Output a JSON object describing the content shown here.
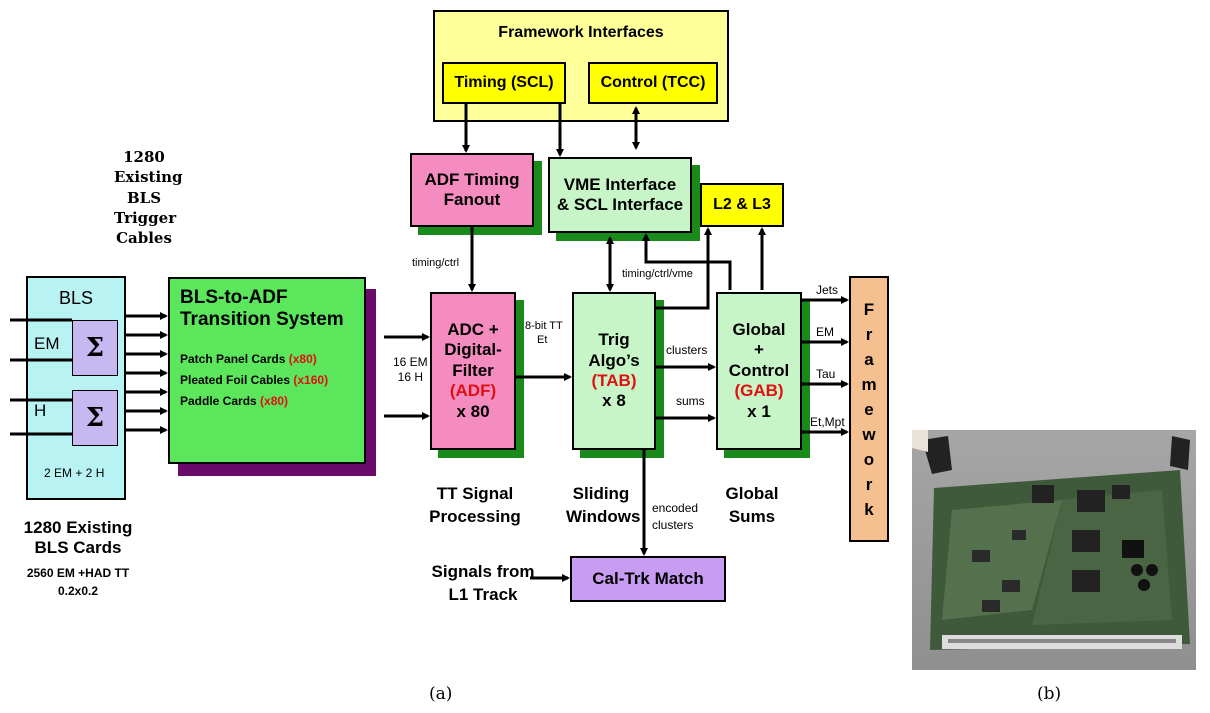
{
  "framework_interfaces": {
    "title": "Framework Interfaces",
    "timing": "Timing (SCL)",
    "control": "Control (TCC)"
  },
  "adf_timing": {
    "line1": "ADF Timing",
    "line2": "Fanout"
  },
  "vme": {
    "line1": "VME Interface",
    "line2": "& SCL Interface"
  },
  "l2l3": "L2 & L3",
  "bls_cables": {
    "count": "1280",
    "l1": "Existing",
    "l2": "BLS",
    "l3": "Trigger",
    "l4": "Cables"
  },
  "bls": {
    "title": "BLS",
    "em": "EM",
    "h": "H",
    "sigma": "Σ",
    "bottom": "2 EM + 2 H"
  },
  "bls_cards": {
    "line1": "1280 Existing",
    "line2": "BLS Cards",
    "line3": "2560 EM +HAD TT",
    "line4": "0.2x0.2"
  },
  "transition": {
    "title1": "BLS-to-ADF",
    "title2": "Transition System",
    "item1": "Patch Panel Cards ",
    "item1_qty": "(x80)",
    "item2": "Pleated Foil Cables ",
    "item2_qty": "(x160)",
    "item3": "Paddle Cards ",
    "item3_qty": "(x80)"
  },
  "input_label": {
    "l1": "16 EM",
    "l2": "16 H"
  },
  "timing_ctrl": "timing/ctrl",
  "adc": {
    "l1": "ADC +",
    "l2": "Digital-",
    "l3": "Filter",
    "l4": "(ADF)",
    "l5": "x 80"
  },
  "bit_label": {
    "l1": "8-bit TT",
    "l2": "Et"
  },
  "trig": {
    "l1": "Trig",
    "l2": "Algo’s",
    "l3": "(TAB)",
    "l4": "x 8"
  },
  "timing_ctrl_vme": "timing/ctrl/vme",
  "clusters": "clusters",
  "sums": "sums",
  "global": {
    "l1": "Global",
    "l2": "+",
    "l3": "Control",
    "l4": "(GAB)",
    "l5": "x 1"
  },
  "outputs": {
    "jets": "Jets",
    "em": "EM",
    "tau": "Tau",
    "etmpt": "Et,Mpt"
  },
  "framework_letters": [
    "F",
    "r",
    "a",
    "m",
    "e",
    "w",
    "o",
    "r",
    "k"
  ],
  "tt_signal": {
    "l1": "TT Signal",
    "l2": "Processing"
  },
  "sliding": {
    "l1": "Sliding",
    "l2": "Windows"
  },
  "encoded": {
    "l1": "encoded",
    "l2": "clusters"
  },
  "global_sums": {
    "l1": "Global",
    "l2": "Sums"
  },
  "signals_from": {
    "l1": "Signals from",
    "l2": "L1 Track"
  },
  "caltrk": "Cal-Trk Match",
  "captions": {
    "a": "(a)",
    "b": "(b)"
  },
  "colors": {
    "yellow_light": "#ffff99",
    "yellow": "#ffff00",
    "pink": "#f58cc0",
    "mint": "#c8f5c8",
    "green": "#5ce65c",
    "cyan": "#b8f2f2",
    "purple": "#c89cf0",
    "orange": "#f5c090",
    "shadow_green": "#1a8a1a",
    "shadow_purple": "#6a0a6a",
    "red": "#e01010"
  }
}
